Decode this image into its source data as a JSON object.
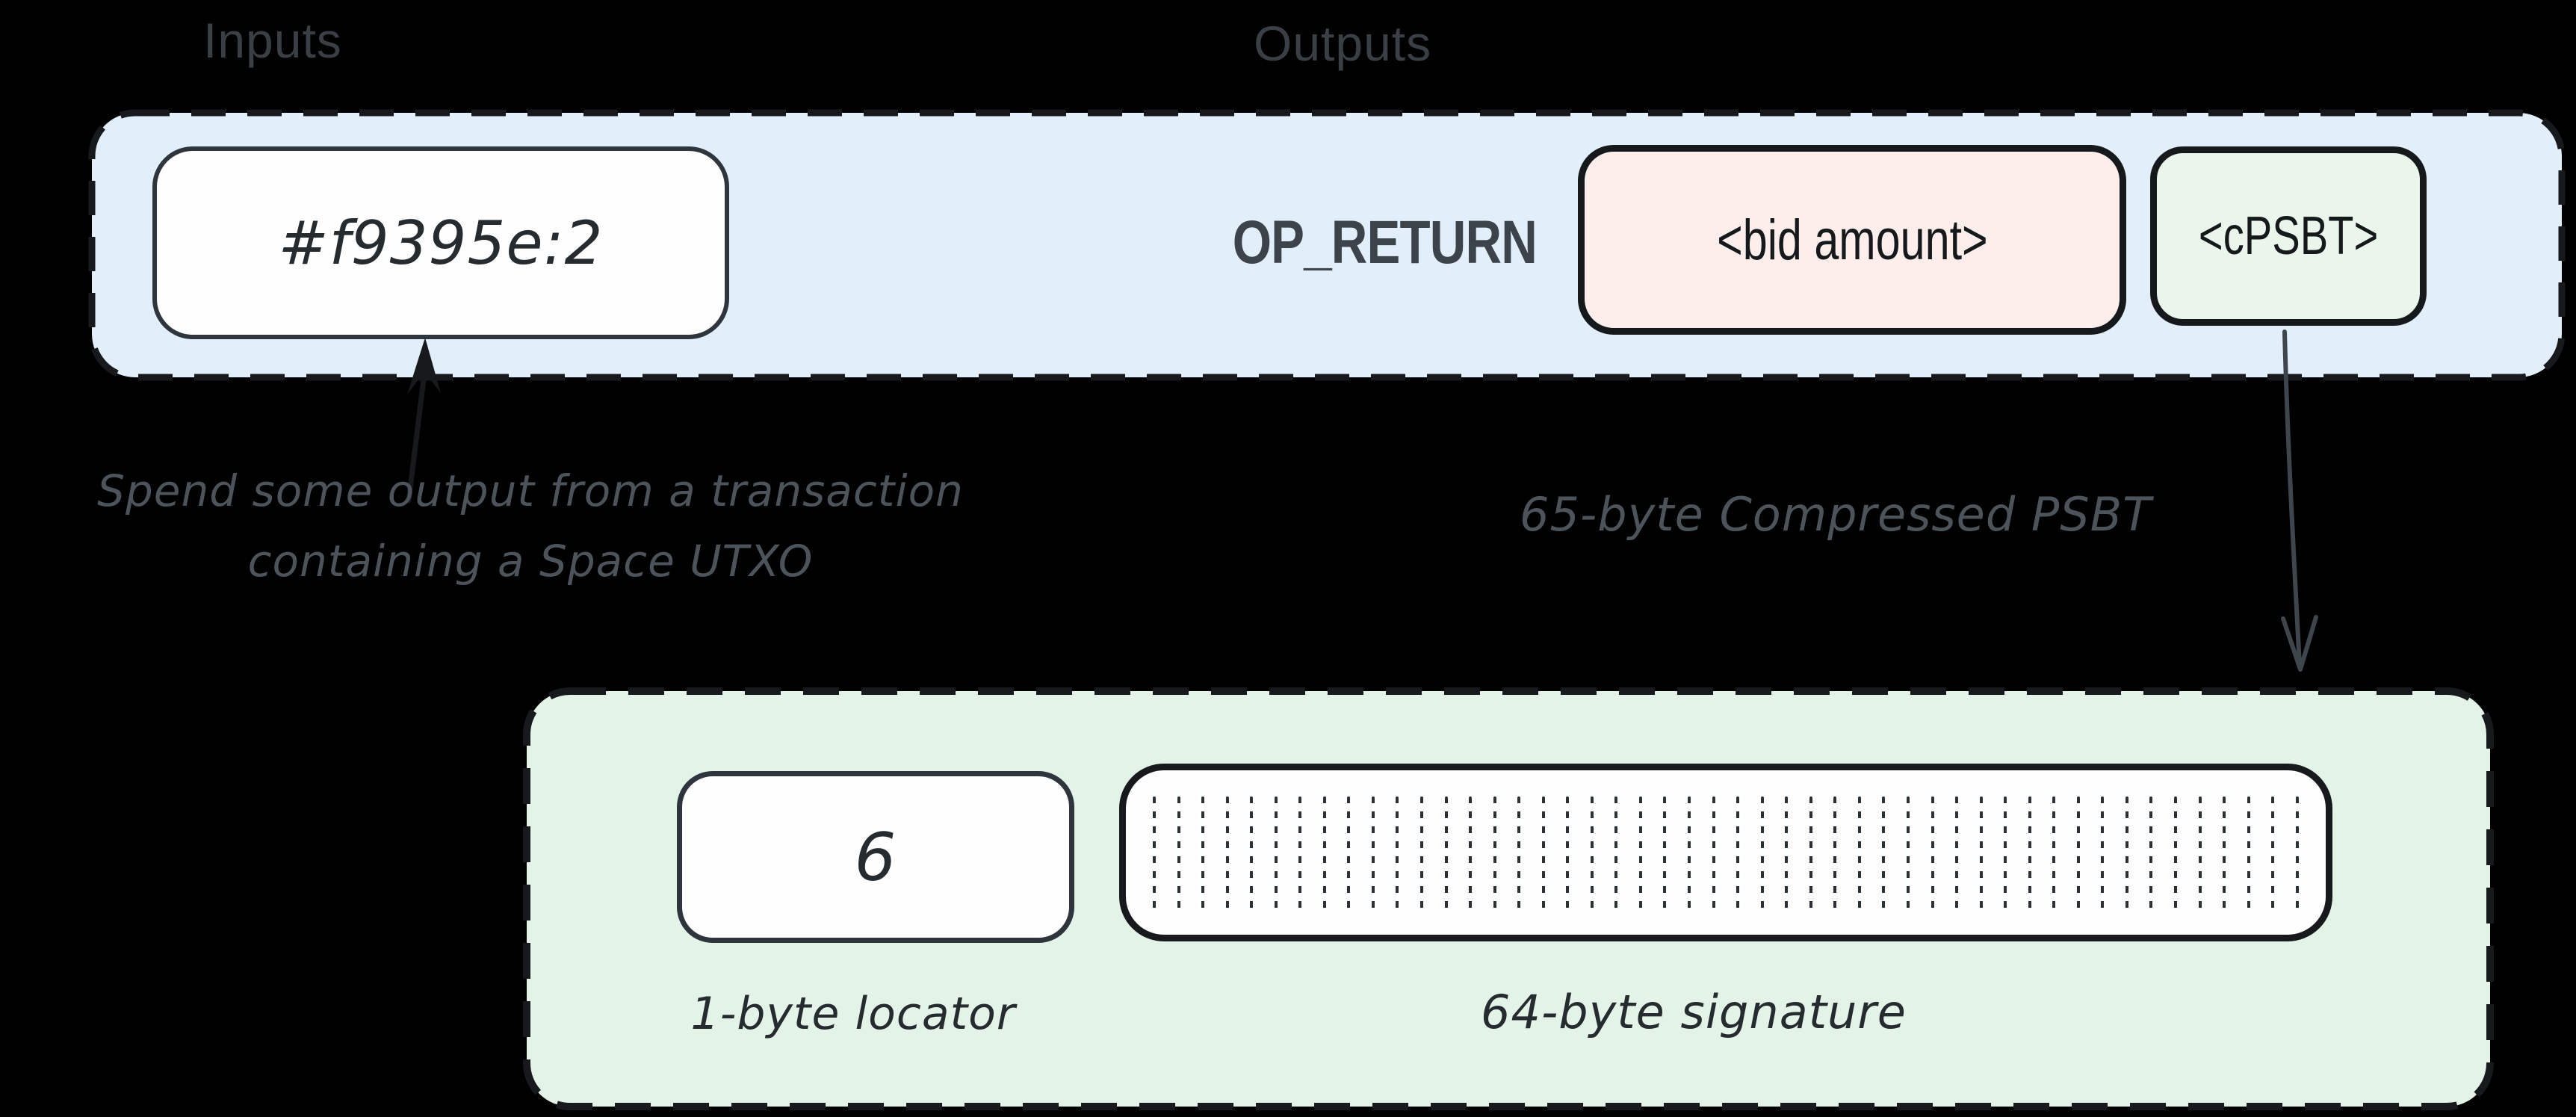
{
  "labels": {
    "inputs": "Inputs",
    "outputs": "Outputs"
  },
  "transaction": {
    "input_box": {
      "text": "#f9395e:2"
    },
    "op_return": "OP_RETURN",
    "bid_amount_box": {
      "text": "<bid amount>"
    },
    "cpsbt_box": {
      "text": "<cPSBT>"
    }
  },
  "annotations": {
    "spend_note_line1": "Spend some output from a transaction",
    "spend_note_line2": "containing a Space UTXO",
    "cpsbt_note": "65-byte Compressed PSBT"
  },
  "cpsbt_detail": {
    "locator_box": {
      "text": "6"
    },
    "locator_label": "1-byte locator",
    "signature_label": "64-byte signature",
    "signature_columns": 48
  },
  "colors": {
    "background": "#000000",
    "tx_container_fill": "#e2eefa",
    "detail_container_fill": "#e4f3e7",
    "bid_amount_fill": "#fdeeec",
    "cpsbt_fill": "#eaf6eb",
    "white_box_fill": "#fefefe",
    "stroke_dark": "#17191c",
    "box_border_slate": "#2f353c",
    "text_dark": "#16191c",
    "op_return_color": "#3c434b",
    "hand_text_dark": "#262b30",
    "note_gray": "#4d535a",
    "top_label_gray": "#3a3f45",
    "dot_color": "#2c3137",
    "arrow_slate": "#3e454d"
  }
}
